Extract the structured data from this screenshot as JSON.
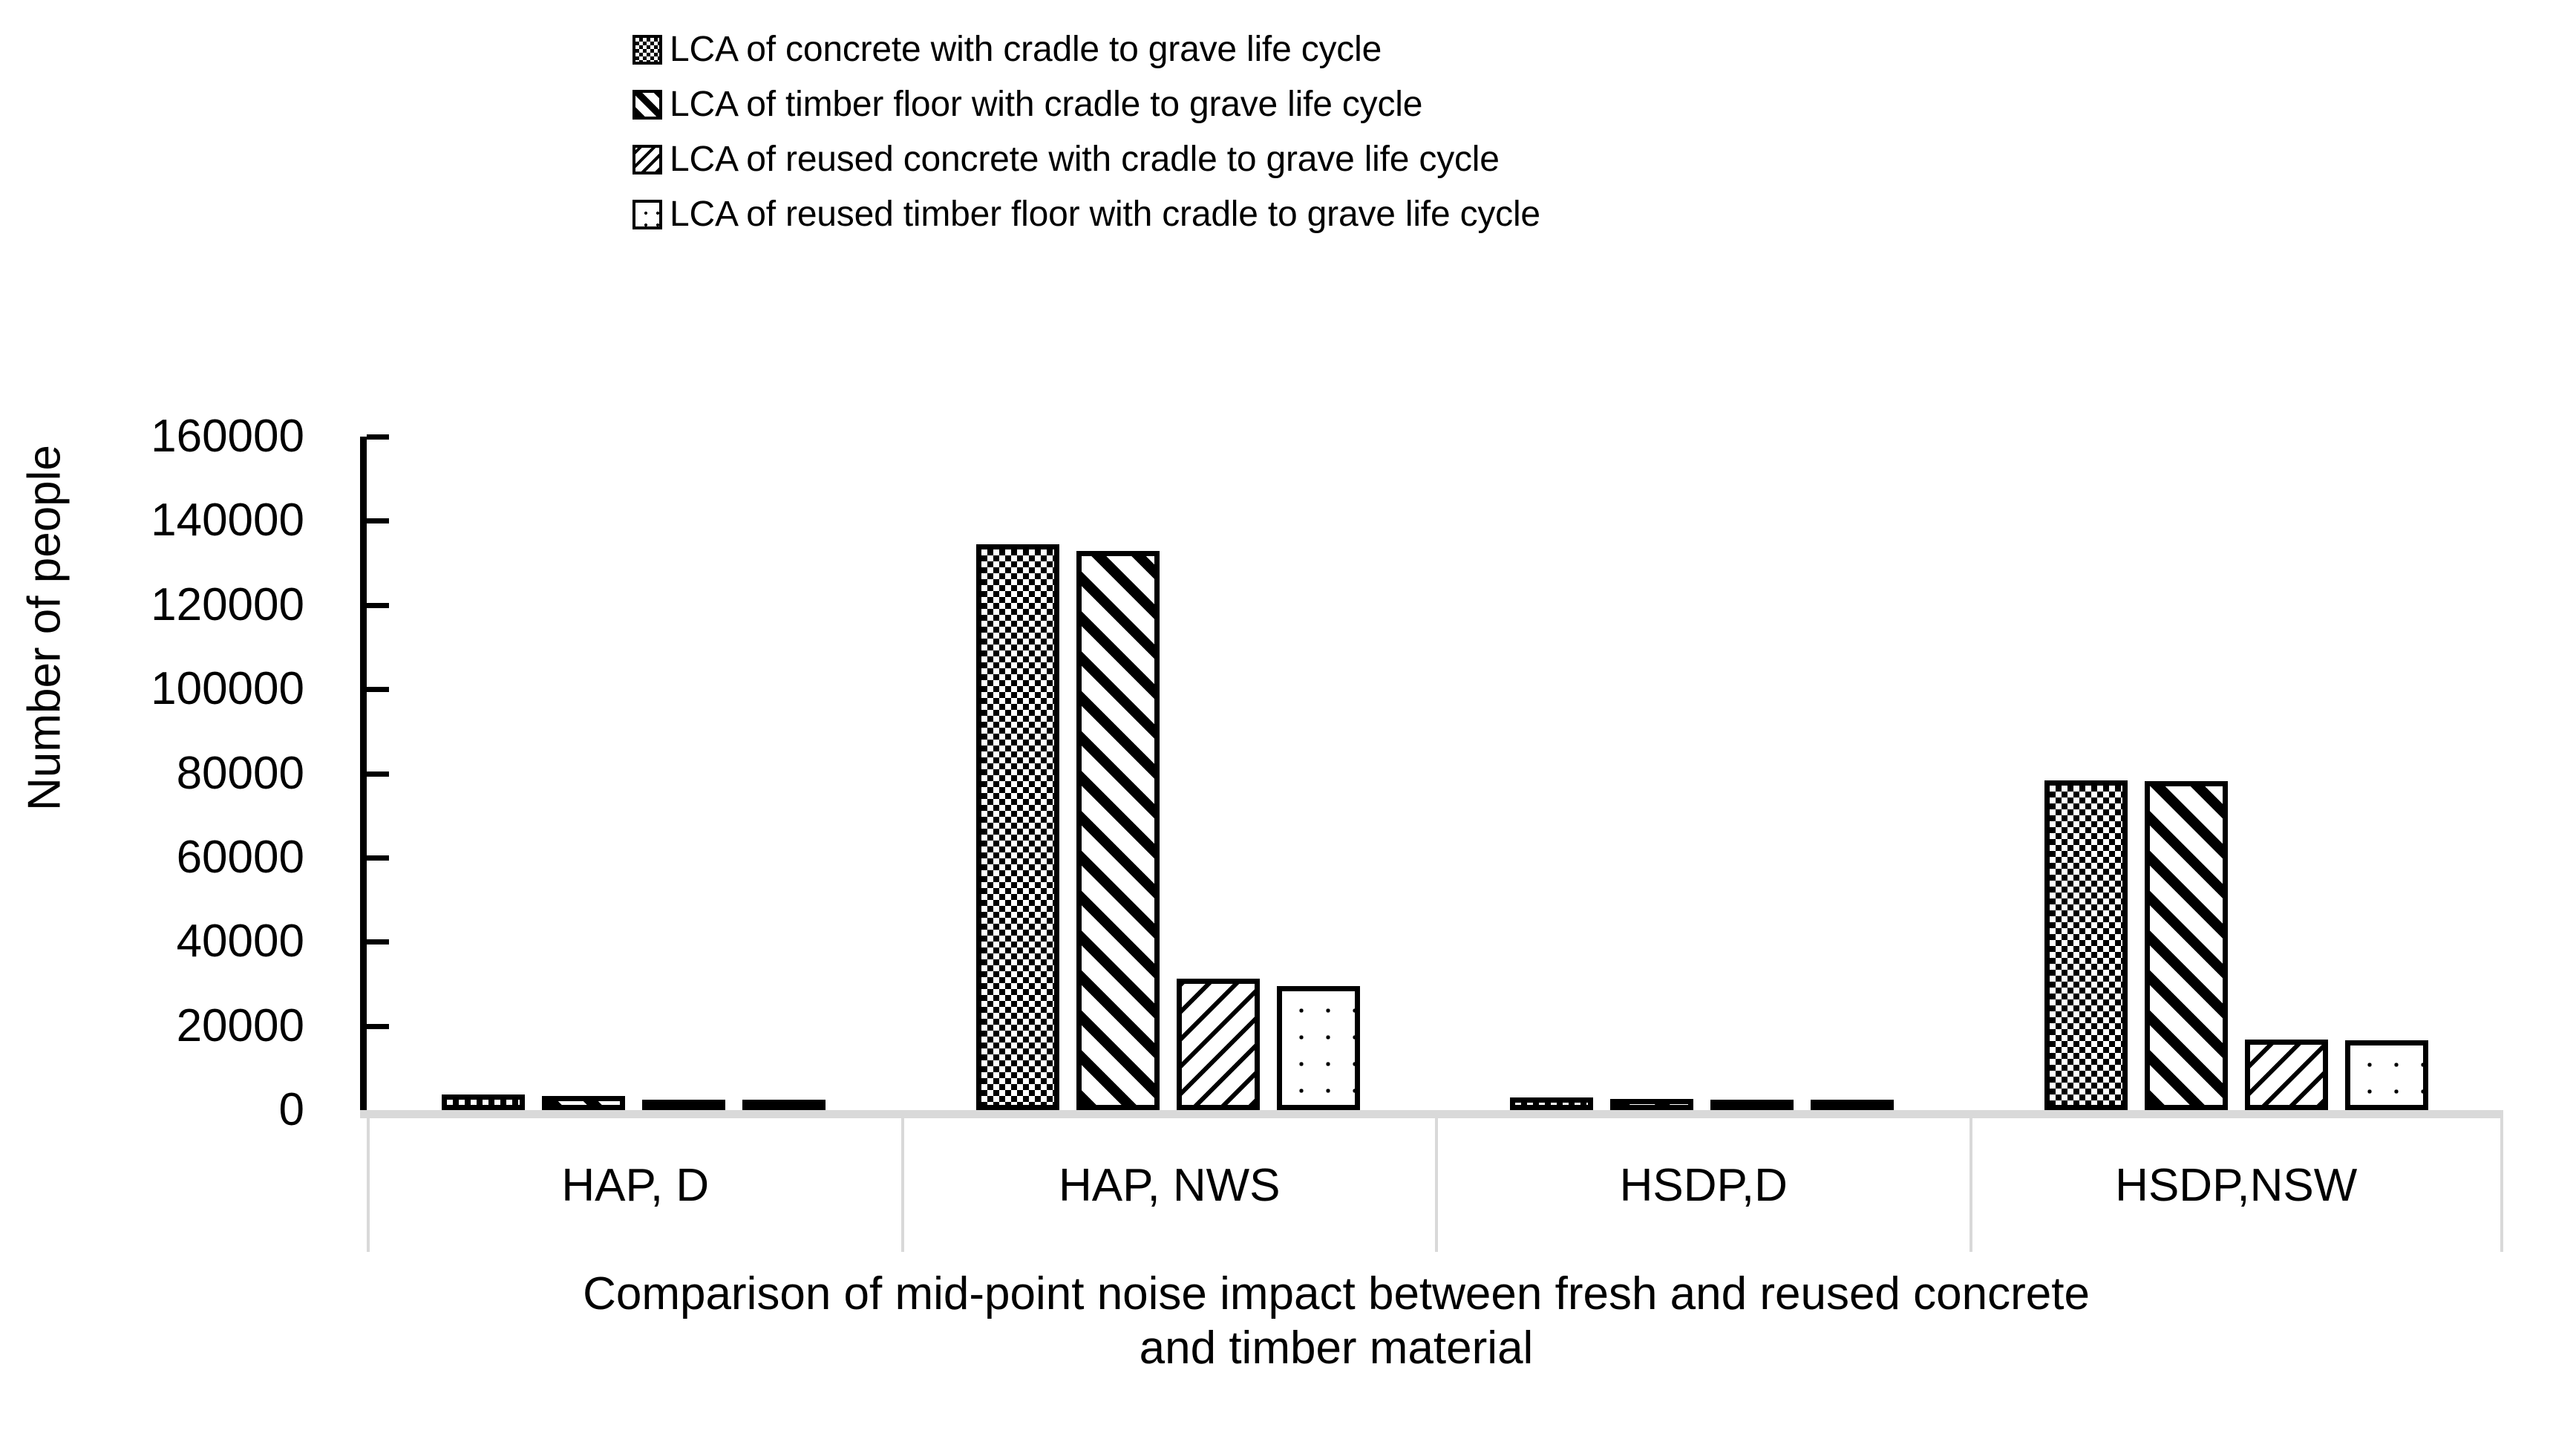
{
  "chart_data": {
    "type": "bar",
    "title": "",
    "xlabel": "Comparison of mid-point noise impact  between  fresh and reused concrete and timber material",
    "xlabel_lines": [
      "Comparison of mid-point noise impact  between  fresh and reused concrete",
      "and timber material"
    ],
    "ylabel": "Number of people",
    "categories": [
      "HAP, D",
      "HAP, NWS",
      "HSDP,D",
      "HSDP,NSW"
    ],
    "ylim": [
      0,
      160000
    ],
    "ytick_labels": [
      "160000",
      "140000",
      "120000",
      "100000",
      "80000",
      "60000",
      "40000",
      "20000",
      "0"
    ],
    "ytick_values": [
      160000,
      140000,
      120000,
      100000,
      80000,
      60000,
      40000,
      20000,
      0
    ],
    "grid": false,
    "legend_position": "top",
    "series": [
      {
        "name": "LCA of concrete with cradle to grave life cycle",
        "pattern": "checkerboard",
        "values": [
          3700,
          134400,
          3000,
          78300
        ]
      },
      {
        "name": "LCA of timber floor with cradle to grave life cycle",
        "pattern": "diagonal-stripe-wide",
        "values": [
          3350,
          132800,
          2650,
          78200
        ]
      },
      {
        "name": "LCA of reused concrete with cradle to grave life cycle",
        "pattern": "diagonal-stripe-fine",
        "values": [
          2300,
          31200,
          700,
          16800
        ]
      },
      {
        "name": "LCA of reused timber floor with cradle to grave life cycle",
        "pattern": "dotted",
        "values": [
          1600,
          29500,
          700,
          16600
        ]
      }
    ]
  },
  "colors": {
    "foreground": "#000000",
    "background": "#ffffff",
    "axis_gray": "#d9d9d9"
  }
}
